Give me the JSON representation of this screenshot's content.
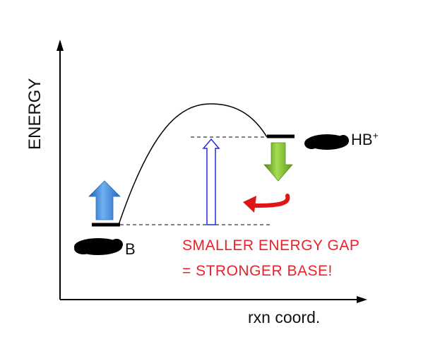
{
  "axes": {
    "y_label": "ENERGY",
    "x_label": "rxn coord."
  },
  "levels": {
    "base_label": "B",
    "conj_acid_label": "HB",
    "conj_acid_charge": "+"
  },
  "annotation": {
    "line1": "SMALLER ENERGY GAP",
    "line2": "= STRONGER BASE!"
  },
  "colors": {
    "note": "#e8242a",
    "gap_arrow": "#1f2fd6",
    "up_arrow": "#3a87d8",
    "down_arrow": "#6ea523",
    "curved_arrow": "#e01515"
  },
  "icons": {
    "up_arrow": "blue-up-arrow-icon",
    "down_arrow": "green-down-arrow-icon",
    "gap_arrow": "hollow-up-arrow-icon",
    "curved_arrow": "curved-arrow-icon"
  }
}
